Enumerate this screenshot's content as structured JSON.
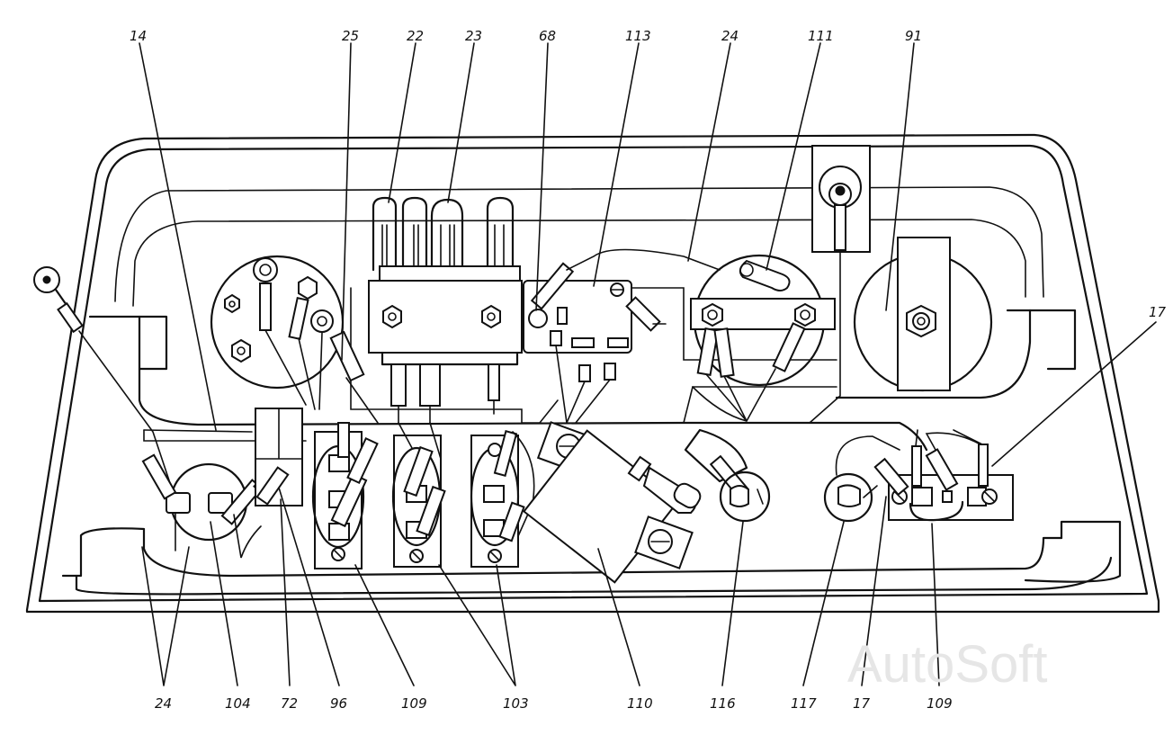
{
  "callouts_top": {
    "c14": "14",
    "c25": "25",
    "c22": "22",
    "c23": "23",
    "c68": "68",
    "c113": "113",
    "c24": "24",
    "c111": "111",
    "c91": "91",
    "c17": "17"
  },
  "callouts_bottom": {
    "c24": "24",
    "c104": "104",
    "c72": "72",
    "c96": "96",
    "c109a": "109",
    "c103": "103",
    "c110": "110",
    "c116": "116",
    "c117": "117",
    "c17": "17",
    "c109b": "109"
  },
  "watermark": "AutoSoft"
}
